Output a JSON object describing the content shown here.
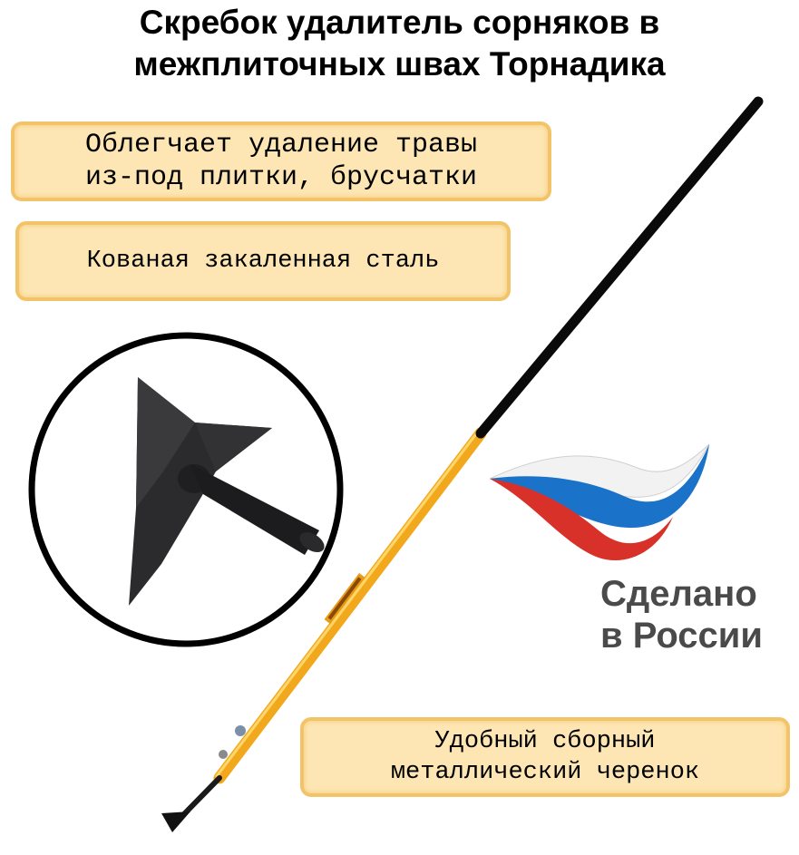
{
  "title": {
    "line1": "Скребок удалитель сорняков в",
    "line2": "межплиточных швах Торнадика"
  },
  "features": [
    {
      "line1": "Облегчает удаление травы",
      "line2": "из-под плитки, брусчатки"
    },
    {
      "line1": "Кованая закаленная сталь"
    },
    {
      "line1": "Удобный сборный",
      "line2": "металлический черенок"
    }
  ],
  "badge": {
    "line1": "Сделано",
    "line2": "в России",
    "colors": {
      "white": "#f2f2f2",
      "blue": "#1b73c9",
      "red": "#d8312a"
    }
  },
  "colors": {
    "handle_black": "#0a0a0a",
    "handle_yellow": "#f2a81d",
    "box_fill": "#fde6b3",
    "box_border": "#f3c36a",
    "blade": "#2b2b2d"
  },
  "icons": [
    "weeder-tool-illustration",
    "blade-closeup-icon",
    "russian-flag-swoosh-icon"
  ]
}
